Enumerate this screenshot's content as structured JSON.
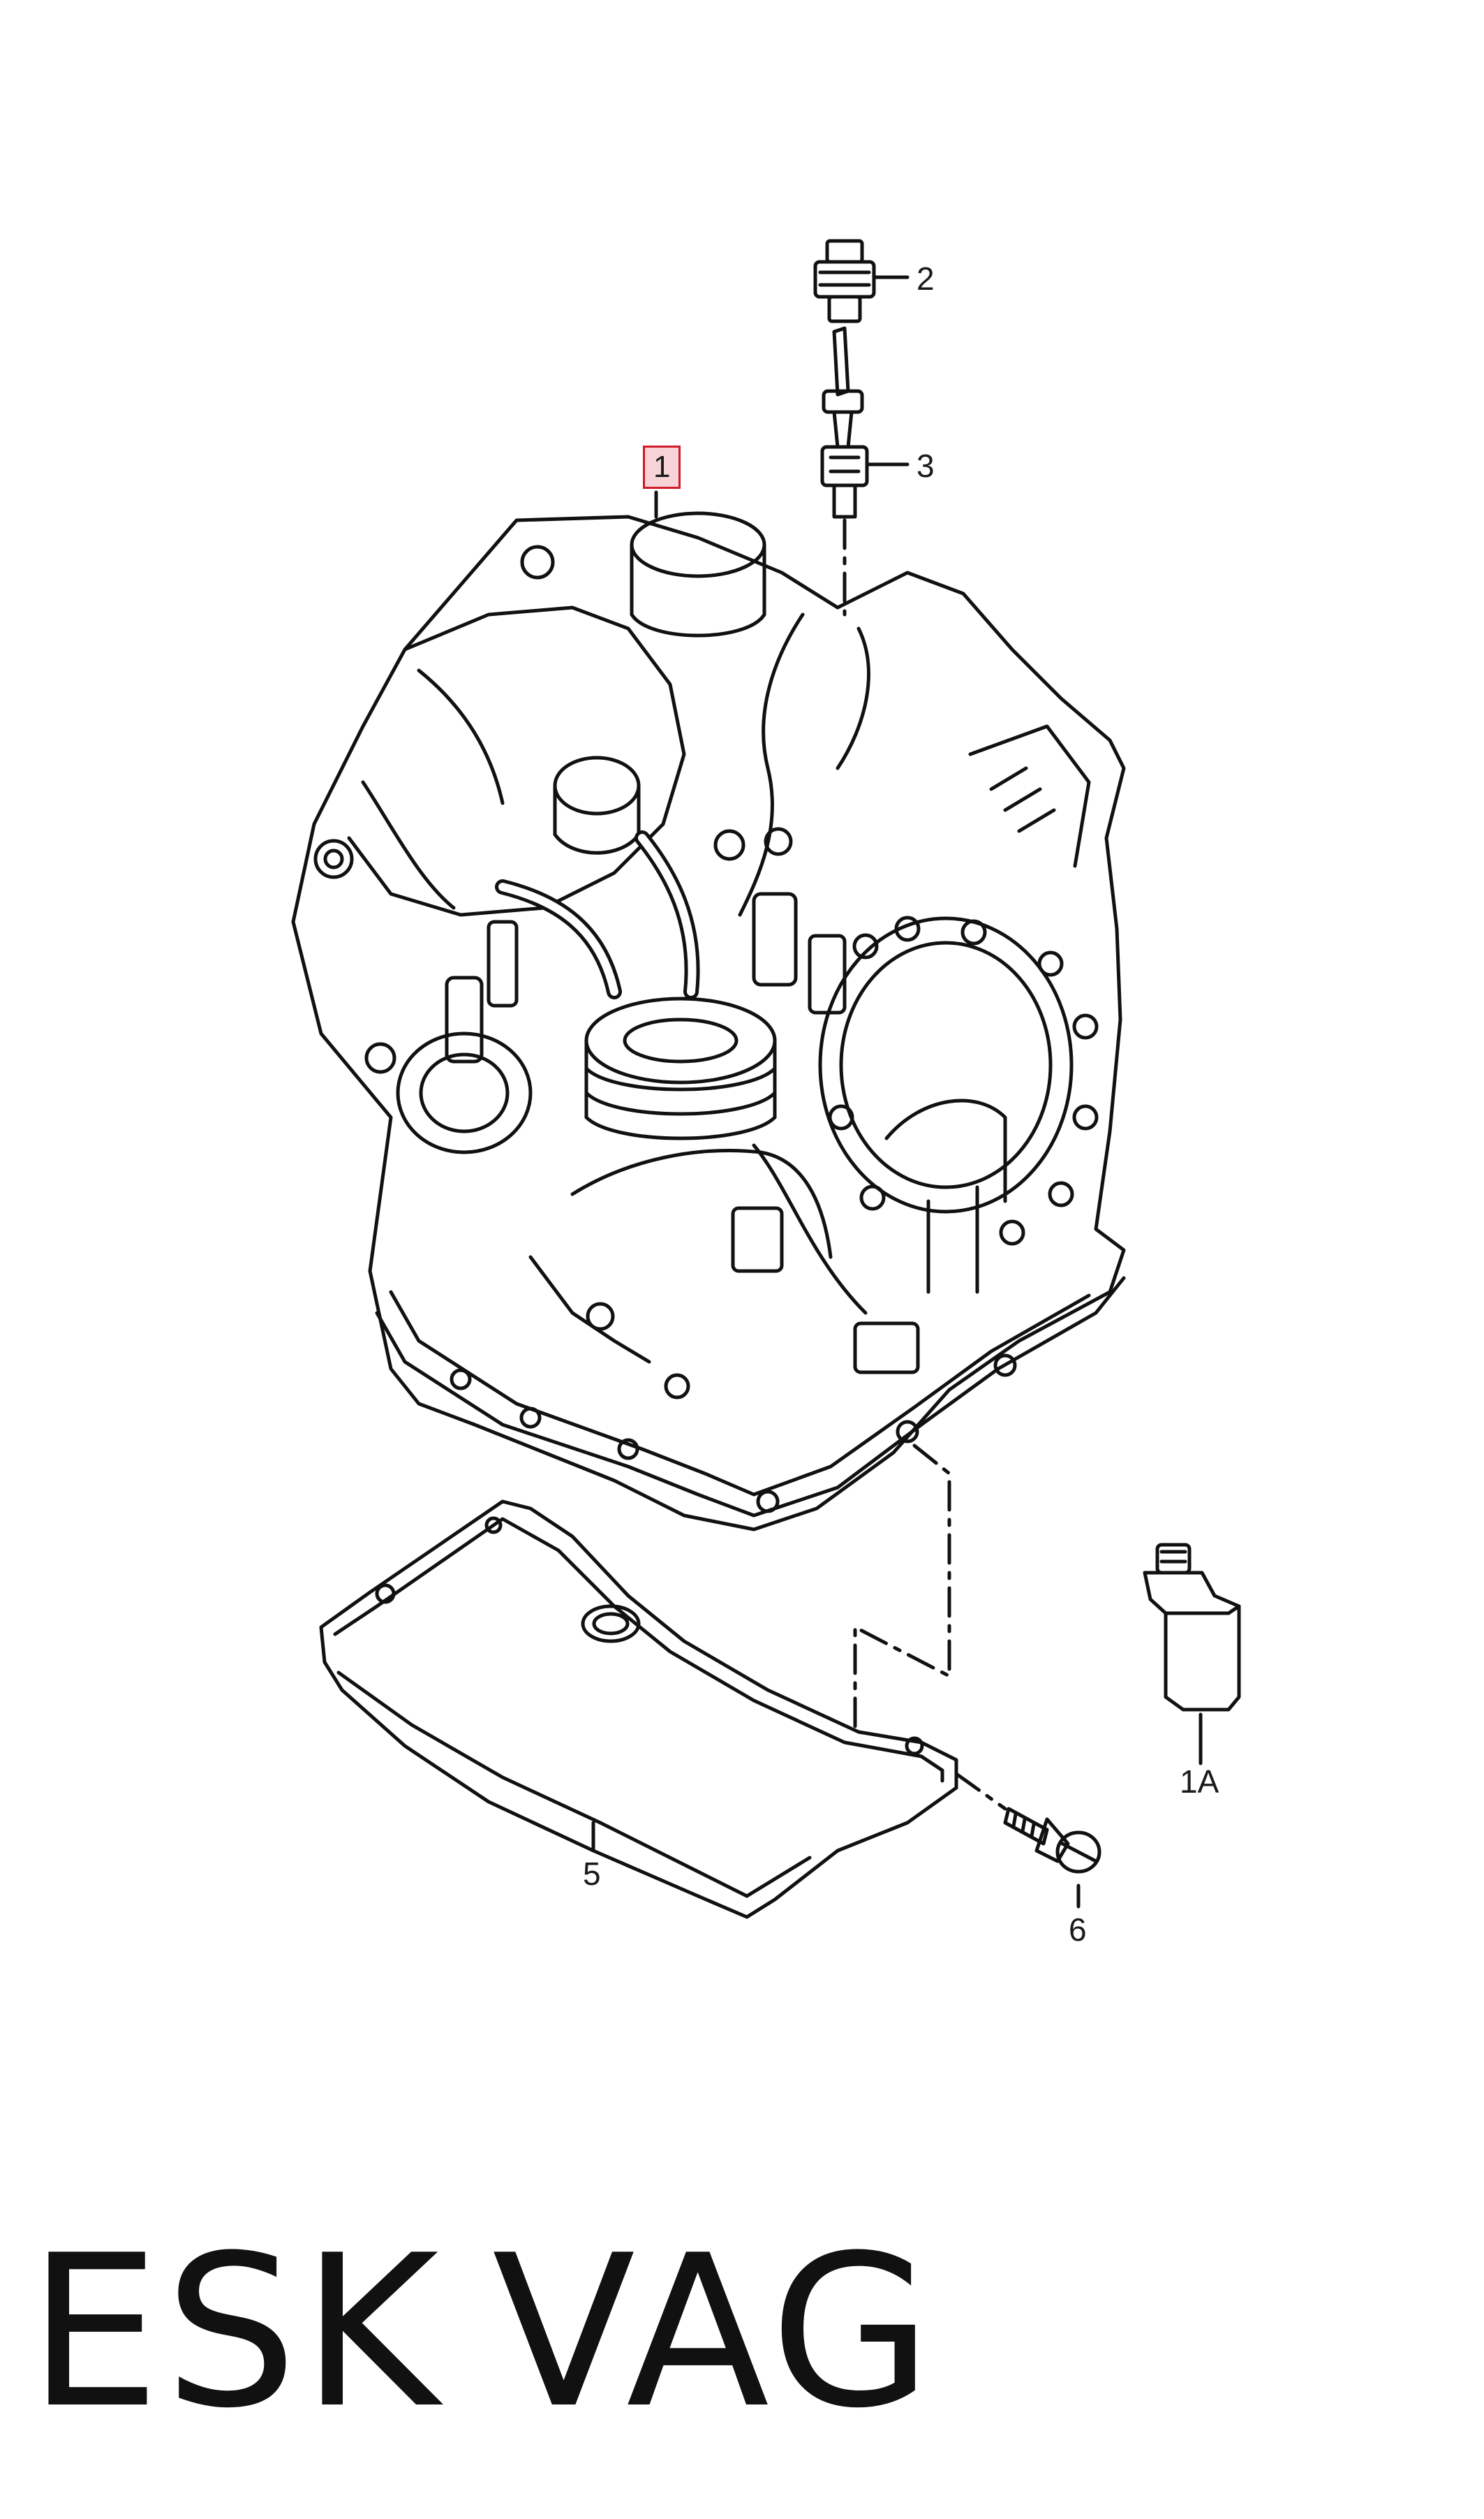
{
  "diagram": {
    "callouts": {
      "part_1": "1",
      "part_1a": "1A",
      "part_2": "2",
      "part_3": "3",
      "part_5": "5",
      "part_6": "6"
    },
    "highlighted_callout": "1",
    "highlight_color": "#d11a2a"
  },
  "footer": {
    "left_text": "ESK",
    "right_text": "VAG"
  }
}
